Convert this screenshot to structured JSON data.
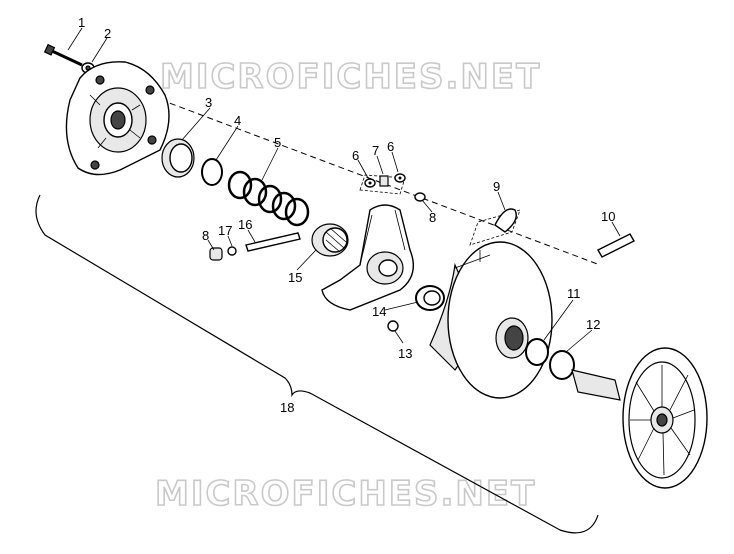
{
  "watermarks": [
    "MICROFICHES.NET",
    "MICROFICHES.NET"
  ],
  "callouts": [
    {
      "id": "c1",
      "text": "1"
    },
    {
      "id": "c2",
      "text": "2"
    },
    {
      "id": "c3",
      "text": "3"
    },
    {
      "id": "c4",
      "text": "4"
    },
    {
      "id": "c5",
      "text": "5"
    },
    {
      "id": "c6a",
      "text": "6"
    },
    {
      "id": "c7",
      "text": "7"
    },
    {
      "id": "c6b",
      "text": "6"
    },
    {
      "id": "c8a",
      "text": "8"
    },
    {
      "id": "c9",
      "text": "9"
    },
    {
      "id": "c10",
      "text": "10"
    },
    {
      "id": "c8b",
      "text": "8"
    },
    {
      "id": "c17",
      "text": "17"
    },
    {
      "id": "c16",
      "text": "16"
    },
    {
      "id": "c15",
      "text": "15"
    },
    {
      "id": "c14",
      "text": "14"
    },
    {
      "id": "c13",
      "text": "13"
    },
    {
      "id": "c11",
      "text": "11"
    },
    {
      "id": "c12",
      "text": "12"
    },
    {
      "id": "c18",
      "text": "18"
    }
  ]
}
